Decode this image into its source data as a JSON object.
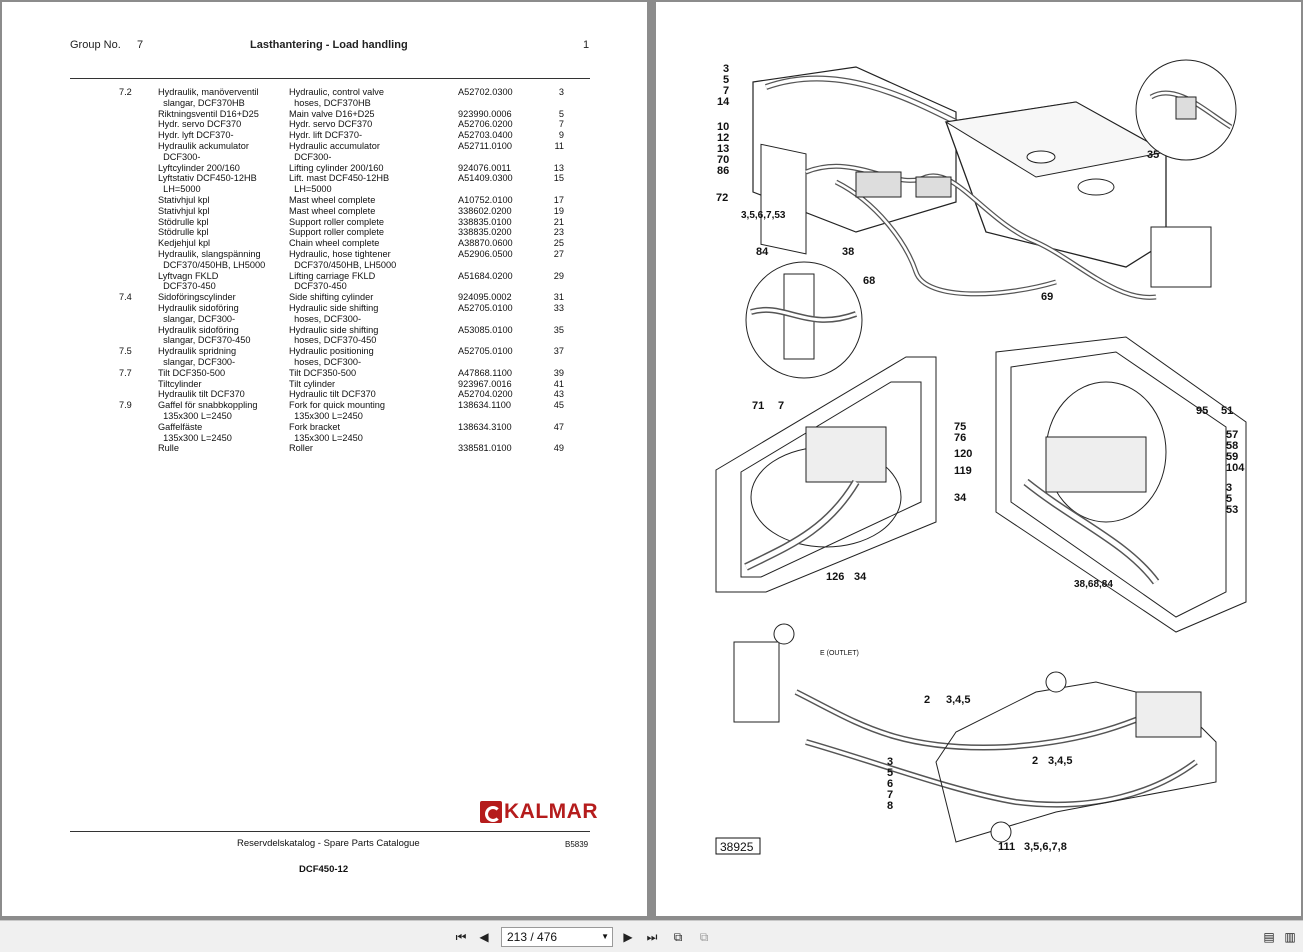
{
  "header": {
    "group_label": "Group No.",
    "group_number": "7",
    "title": "Lasthantering - Load handling",
    "page_number": "1"
  },
  "parts": [
    {
      "section": "7.2",
      "sv": "Hydraulik, manöverventil\n  slangar, DCF370HB",
      "en": "Hydraulic, control valve\n  hoses, DCF370HB",
      "part_no": "A52702.0300",
      "page": "3"
    },
    {
      "section": "",
      "sv": "Riktningsventil D16+D25",
      "en": "Main valve D16+D25",
      "part_no": "923990.0006",
      "page": "5"
    },
    {
      "section": "",
      "sv": "Hydr. servo DCF370",
      "en": "Hydr. servo DCF370",
      "part_no": "A52706.0200",
      "page": "7"
    },
    {
      "section": "",
      "sv": "Hydr. lyft DCF370-",
      "en": "Hydr. lift DCF370-",
      "part_no": "A52703.0400",
      "page": "9"
    },
    {
      "section": "",
      "sv": "Hydraulik ackumulator\n  DCF300-",
      "en": "Hydraulic accumulator\n  DCF300-",
      "part_no": "A52711.0100",
      "page": "11"
    },
    {
      "section": "",
      "sv": "Lyftcylinder 200/160",
      "en": "Lifting cylinder 200/160",
      "part_no": "924076.0011",
      "page": "13"
    },
    {
      "section": "",
      "sv": "Lyftstativ DCF450-12HB\n  LH=5000",
      "en": "Lift. mast DCF450-12HB\n  LH=5000",
      "part_no": "A51409.0300",
      "page": "15"
    },
    {
      "section": "",
      "sv": "Stativhjul kpl",
      "en": "Mast wheel complete",
      "part_no": "A10752.0100",
      "page": "17"
    },
    {
      "section": "",
      "sv": "Stativhjul kpl",
      "en": "Mast wheel complete",
      "part_no": "338602.0200",
      "page": "19"
    },
    {
      "section": "",
      "sv": "Stödrulle kpl",
      "en": "Support roller complete",
      "part_no": "338835.0100",
      "page": "21"
    },
    {
      "section": "",
      "sv": "Stödrulle kpl",
      "en": "Support roller complete",
      "part_no": "338835.0200",
      "page": "23"
    },
    {
      "section": "",
      "sv": "Kedjehjul kpl",
      "en": "Chain wheel complete",
      "part_no": "A38870.0600",
      "page": "25"
    },
    {
      "section": "",
      "sv": "Hydraulik, slangspänning\n  DCF370/450HB, LH5000",
      "en": "Hydraulic, hose tightener\n  DCF370/450HB, LH5000",
      "part_no": "A52906.0500",
      "page": "27"
    },
    {
      "section": "",
      "sv": "Lyftvagn FKLD\n  DCF370-450",
      "en": "Lifting carriage FKLD\n  DCF370-450",
      "part_no": "A51684.0200",
      "page": "29"
    },
    {
      "section": "7.4",
      "sv": "Sidoföringscylinder",
      "en": "Side shifting cylinder",
      "part_no": "924095.0002",
      "page": "31"
    },
    {
      "section": "",
      "sv": "Hydraulik sidoföring\n  slangar, DCF300-",
      "en": "Hydraulic side shifting\n  hoses, DCF300-",
      "part_no": "A52705.0100",
      "page": "33"
    },
    {
      "section": "",
      "sv": "Hydraulik sidoföring\n  slangar, DCF370-450",
      "en": "Hydraulic side shifting\n  hoses, DCF370-450",
      "part_no": "A53085.0100",
      "page": "35"
    },
    {
      "section": "7.5",
      "sv": "Hydraulik spridning\n  slangar, DCF300-",
      "en": "Hydraulic positioning\n  hoses, DCF300-",
      "part_no": "A52705.0100",
      "page": "37"
    },
    {
      "section": "7.7",
      "sv": "Tilt DCF350-500",
      "en": "Tilt DCF350-500",
      "part_no": "A47868.1100",
      "page": "39"
    },
    {
      "section": "",
      "sv": "Tiltcylinder",
      "en": "Tilt cylinder",
      "part_no": "923967.0016",
      "page": "41"
    },
    {
      "section": "",
      "sv": "Hydraulik tilt DCF370",
      "en": "Hydraulic tilt DCF370",
      "part_no": "A52704.0200",
      "page": "43"
    },
    {
      "section": "7.9",
      "sv": "Gaffel för snabbkoppling\n  135x300 L=2450",
      "en": "Fork for quick mounting\n  135x300 L=2450",
      "part_no": "138634.1100",
      "page": "45"
    },
    {
      "section": "",
      "sv": "Gaffelfäste\n  135x300 L=2450",
      "en": "Fork bracket\n  135x300 L=2450",
      "part_no": "138634.3100",
      "page": "47"
    },
    {
      "section": "",
      "sv": "Rulle",
      "en": "Roller",
      "part_no": "338581.0100",
      "page": "49"
    }
  ],
  "logo": {
    "brand": "KALMAR"
  },
  "footer": {
    "catalogue": "Reservdelskatalog - Spare Parts Catalogue",
    "code": "B5839",
    "model": "DCF450-12"
  },
  "drawing": {
    "figure_number": "38925",
    "labels": {
      "l3a": "3",
      "l5a": "5",
      "l7a": "7",
      "l14": "14",
      "l10": "10",
      "l12": "12",
      "l13": "13",
      "l70": "70",
      "l86": "86",
      "l72": "72",
      "l3567_53": "3,5,6,7,53",
      "l35": "35",
      "l84": "84",
      "l38": "38",
      "l68": "68",
      "l69": "69",
      "l71": "71",
      "l7b": "7",
      "l75": "75",
      "l76": "76",
      "l120": "120",
      "l119": "119",
      "l34a": "34",
      "l126": "126",
      "l34b": "34",
      "l95": "95",
      "l51": "51",
      "l57": "57",
      "l58": "58",
      "l59": "59",
      "l104": "104",
      "l3b": "3",
      "l5b": "5",
      "l53": "53",
      "l386884": "38,68,84",
      "l2a": "2",
      "l345a": "3,4,5",
      "l2b": "2",
      "l345b": "3,4,5",
      "l3c": "3",
      "l5c": "5",
      "l6c": "6",
      "l7c": "7",
      "l8c": "8",
      "l111": "111",
      "l35678": "3,5,6,7,8",
      "outlet": "E (OUTLET)"
    }
  },
  "toolbar": {
    "page_indicator": "213 / 476"
  }
}
